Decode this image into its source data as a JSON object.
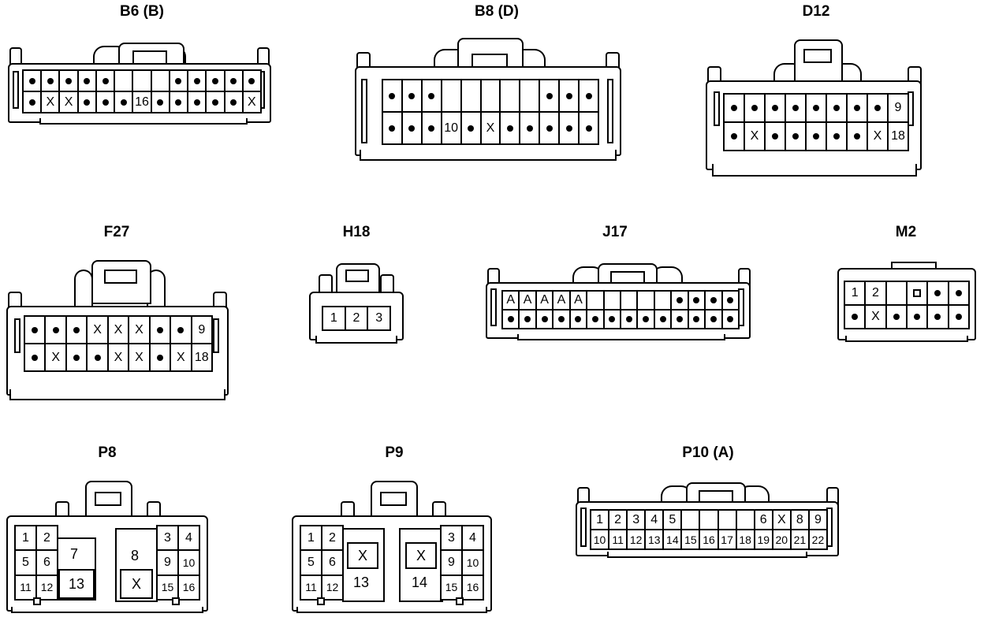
{
  "connectors": [
    {
      "id": "B6",
      "title": "B6 (B)",
      "rows": [
        [
          "•",
          "•",
          "•",
          "•",
          "•",
          "",
          "",
          "",
          "•",
          "•",
          "•",
          "•",
          "•"
        ],
        [
          "•",
          "X",
          "X",
          "•",
          "•",
          "•",
          "16",
          "•",
          "•",
          "•",
          "•",
          "•",
          "X"
        ]
      ]
    },
    {
      "id": "B8",
      "title": "B8 (D)",
      "rows": [
        [
          "•",
          "•",
          "•",
          "",
          "",
          "",
          "",
          "",
          "•",
          "•",
          "•"
        ],
        [
          "•",
          "•",
          "•",
          "10",
          "•",
          "X",
          "•",
          "•",
          "•",
          "•",
          "•"
        ]
      ]
    },
    {
      "id": "D12",
      "title": "D12",
      "rows": [
        [
          "•",
          "•",
          "•",
          "•",
          "•",
          "•",
          "•",
          "•",
          "9"
        ],
        [
          "•",
          "X",
          "•",
          "•",
          "•",
          "•",
          "•",
          "X",
          "18"
        ]
      ]
    },
    {
      "id": "F27",
      "title": "F27",
      "rows": [
        [
          "•",
          "•",
          "•",
          "X",
          "X",
          "X",
          "•",
          "•",
          "9"
        ],
        [
          "•",
          "X",
          "•",
          "•",
          "X",
          "X",
          "•",
          "X",
          "18"
        ]
      ]
    },
    {
      "id": "H18",
      "title": "H18",
      "rows": [
        [
          "1",
          "2",
          "3"
        ]
      ]
    },
    {
      "id": "J17",
      "title": "J17",
      "rows": [
        [
          "A",
          "A",
          "A",
          "A",
          "A",
          "",
          "",
          "",
          "",
          "",
          "•",
          "•",
          "•",
          "•"
        ],
        [
          "•",
          "•",
          "•",
          "•",
          "•",
          "•",
          "•",
          "•",
          "•",
          "•",
          "•",
          "•",
          "•",
          "•"
        ]
      ]
    },
    {
      "id": "M2",
      "title": "M2",
      "rows": [
        [
          "1",
          "2",
          "",
          "",
          "•",
          "•"
        ],
        [
          "•",
          "X",
          "•",
          "•",
          "•",
          "•"
        ]
      ]
    },
    {
      "id": "P8",
      "title": "P8",
      "left_small": [
        [
          "1",
          "2"
        ],
        [
          "5",
          "6"
        ],
        [
          "11",
          "12"
        ]
      ],
      "left_big": [
        "7",
        "13"
      ],
      "right_big": [
        "8",
        "X"
      ],
      "right_small": [
        [
          "3",
          "4"
        ],
        [
          "9",
          "10"
        ],
        [
          "15",
          "16"
        ]
      ]
    },
    {
      "id": "P9",
      "title": "P9",
      "left_small": [
        [
          "1",
          "2"
        ],
        [
          "5",
          "6"
        ],
        [
          "11",
          "12"
        ]
      ],
      "left_big": [
        "X",
        "13"
      ],
      "right_big": [
        "X",
        "14"
      ],
      "right_small": [
        [
          "3",
          "4"
        ],
        [
          "9",
          "10"
        ],
        [
          "15",
          "16"
        ]
      ]
    },
    {
      "id": "P10",
      "title": "P10 (A)",
      "rows": [
        [
          "1",
          "2",
          "3",
          "4",
          "5",
          "",
          "",
          "",
          "",
          "6",
          "X",
          "8",
          "9"
        ],
        [
          "10",
          "11",
          "12",
          "13",
          "14",
          "15",
          "16",
          "17",
          "18",
          "19",
          "20",
          "21",
          "22"
        ]
      ]
    }
  ]
}
